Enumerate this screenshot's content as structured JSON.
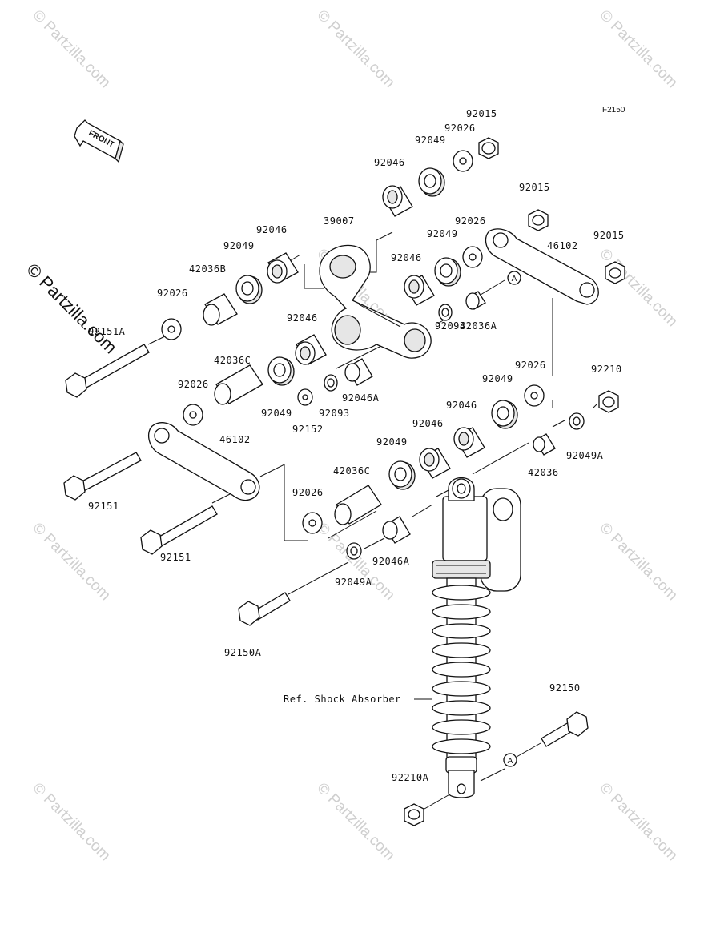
{
  "figure_code": "F2150",
  "front_label": "FRONT",
  "ref_note": "Ref. Shock Absorber",
  "marker_a": "A",
  "watermark": {
    "side_text": "© Partzilla.com",
    "tile_text": "© Partzilla.com"
  },
  "parts": {
    "p92015_top": "92015",
    "p92026_top": "92026",
    "p92049_top": "92049",
    "p92046_top": "92046",
    "p92015_mid": "92015",
    "p92015_right": "92015",
    "p46102_top": "46102",
    "p39007": "39007",
    "p92046_upleft": "92046",
    "p92049_upleft": "92049",
    "p42036B": "42036B",
    "p92026_left": "92026",
    "p92151A": "92151A",
    "p92026_mid": "92026",
    "p92049_mid": "92049",
    "p92046_mid": "92046",
    "p42036A": "42036A",
    "p92093_a": "92093",
    "p92046_b": "92046",
    "p42036C_top": "42036C",
    "p92026_c": "92026",
    "p92049_c": "92049",
    "p92093_b": "92093",
    "p92046A_top": "92046A",
    "p92152": "92152",
    "p92026_r": "92026",
    "p92049_r": "92049",
    "p92210": "92210",
    "p92046_r": "92046",
    "p92046_r2": "92046",
    "p92049A_r": "92049A",
    "p42036": "42036",
    "p92049_low": "92049",
    "p42036C_low": "42036C",
    "p46102_low": "46102",
    "p92026_low": "92026",
    "p92151_a": "92151",
    "p92151_b": "92151",
    "p92046A_low": "92046A",
    "p92049A_low": "92049A",
    "p92150A": "92150A",
    "p92150": "92150",
    "p92210A": "92210A"
  }
}
